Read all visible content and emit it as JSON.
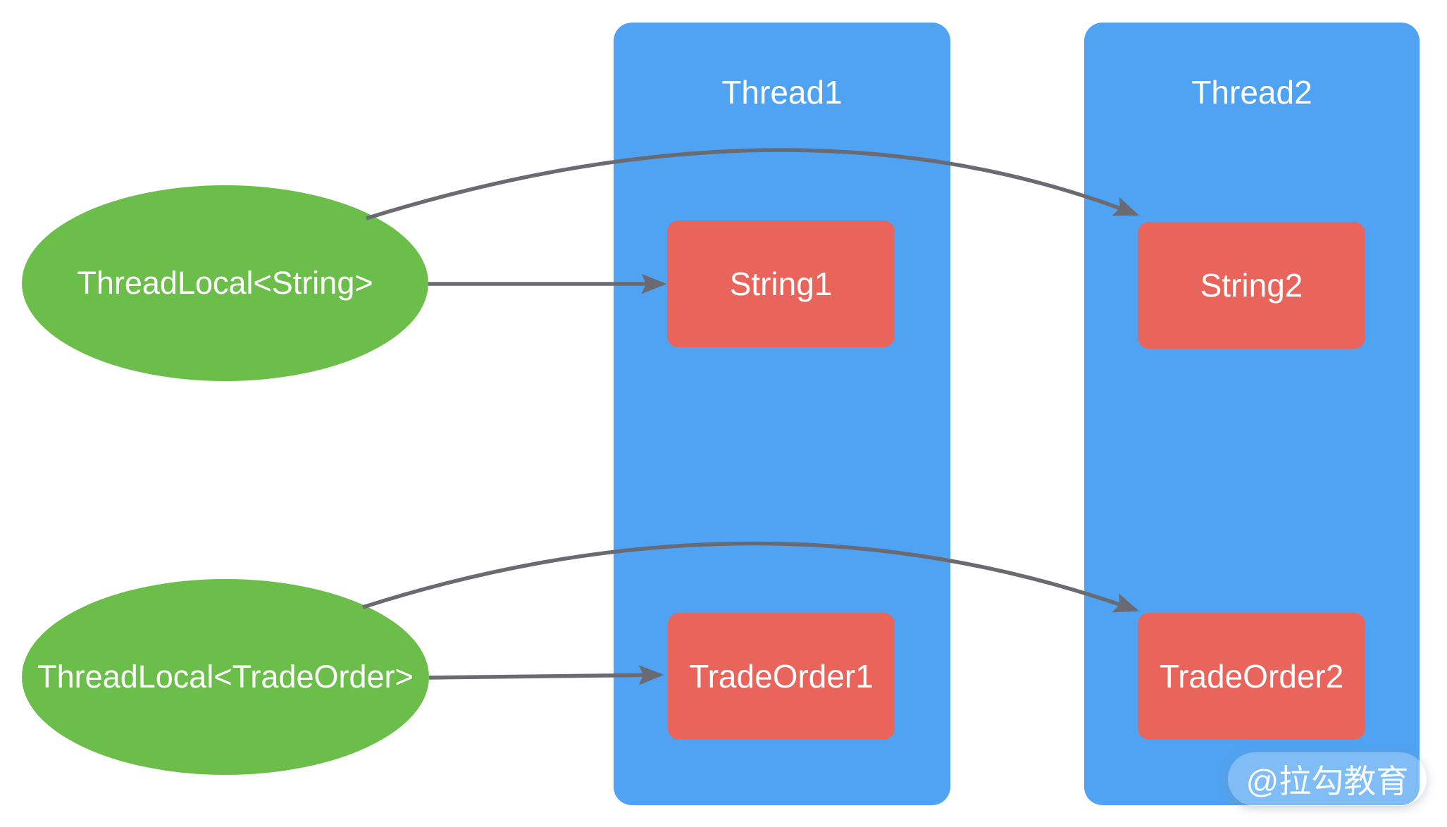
{
  "diagram": {
    "left_nodes": {
      "threadlocal_string": "ThreadLocal<String>",
      "threadlocal_tradeorder": "ThreadLocal<TradeOrder>"
    },
    "columns": {
      "thread1": {
        "title": "Thread1",
        "box_top": "String1",
        "box_bottom": "TradeOrder1"
      },
      "thread2": {
        "title": "Thread2",
        "box_top": "String2",
        "box_bottom": "TradeOrder2"
      }
    },
    "edges": [
      {
        "from": "ThreadLocal<String>",
        "to": "String1"
      },
      {
        "from": "ThreadLocal<String>",
        "to": "String2"
      },
      {
        "from": "ThreadLocal<TradeOrder>",
        "to": "TradeOrder1"
      },
      {
        "from": "ThreadLocal<TradeOrder>",
        "to": "TradeOrder2"
      }
    ],
    "watermark": "@拉勾教育",
    "colors": {
      "ellipse": "#6cbe4b",
      "column": "#4fa3f2",
      "box": "#e9655b",
      "arrow": "#6a6a73",
      "label_text": "#ffffff"
    }
  }
}
